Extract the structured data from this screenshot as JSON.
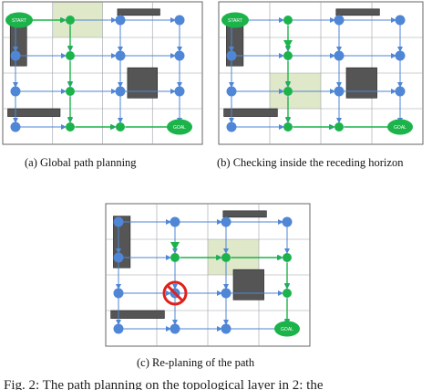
{
  "panels": [
    {
      "id": "a",
      "caption_letter": "(a)",
      "caption_text": "Global path planning",
      "start_label": "START",
      "goal_label": "GOAL"
    },
    {
      "id": "b",
      "caption_letter": "(b)",
      "caption_text": "Checking inside the receding horizon",
      "start_label": "START",
      "goal_label": "GOAL"
    },
    {
      "id": "c",
      "caption_letter": "(c)",
      "caption_text": "Re-planing of the path",
      "goal_label": "GOAL"
    }
  ],
  "colors": {
    "grid": "#9aa0a6",
    "grid_node": "#4f86d6",
    "path_node": "#1bb34a",
    "obstacle": "#555555",
    "horizon_fill": "#dfe8c8",
    "blocked_sign": "#e0201c"
  },
  "footer_text": "Fig. 2: The path planning on the topological layer in 2: the"
}
